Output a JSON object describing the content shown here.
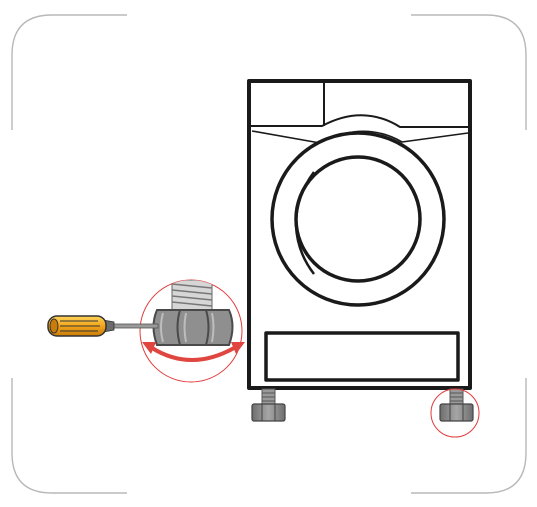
{
  "figure": {
    "type": "illustration",
    "subject": "washing-machine-leveling-feet",
    "colors": {
      "outline": "#1a1a1a",
      "frame": "#b8b8b8",
      "nut_gray": "#8f8f8f",
      "nut_dark": "#6e6e6e",
      "highlight_circle": "#e23b3b",
      "arrow_red": "#e0453f",
      "screwdriver_handle": "#f1a51b",
      "screwdriver_shaft": "#9a9a9a"
    },
    "icons": [
      "washing-machine",
      "door-porthole",
      "control-panel",
      "kick-plate",
      "leveling-foot-left",
      "leveling-foot-right",
      "screwdriver-icon",
      "hex-nut-icon",
      "threaded-bolt-icon",
      "rotation-arrow-icon"
    ]
  }
}
